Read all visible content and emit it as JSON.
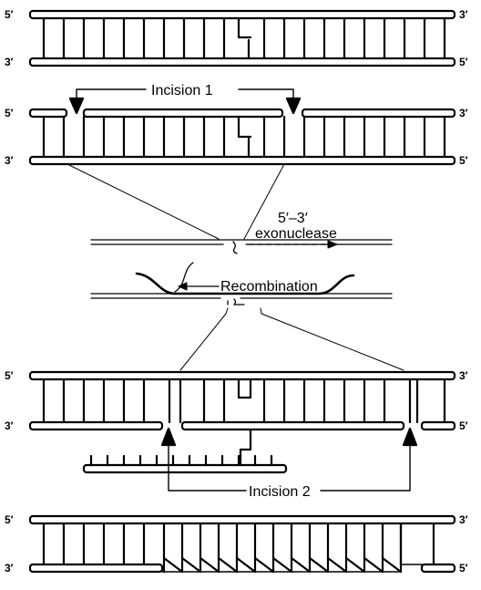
{
  "labels": {
    "incision1": "Incision 1",
    "incision2": "Incision 2",
    "exo_line1": "5′–3′",
    "exo_line2": "exonuclease",
    "recombination": "Recombination"
  },
  "ends": {
    "five": "5′",
    "three": "3′"
  },
  "colors": {
    "ink": "#000000",
    "background": "#ffffff"
  }
}
